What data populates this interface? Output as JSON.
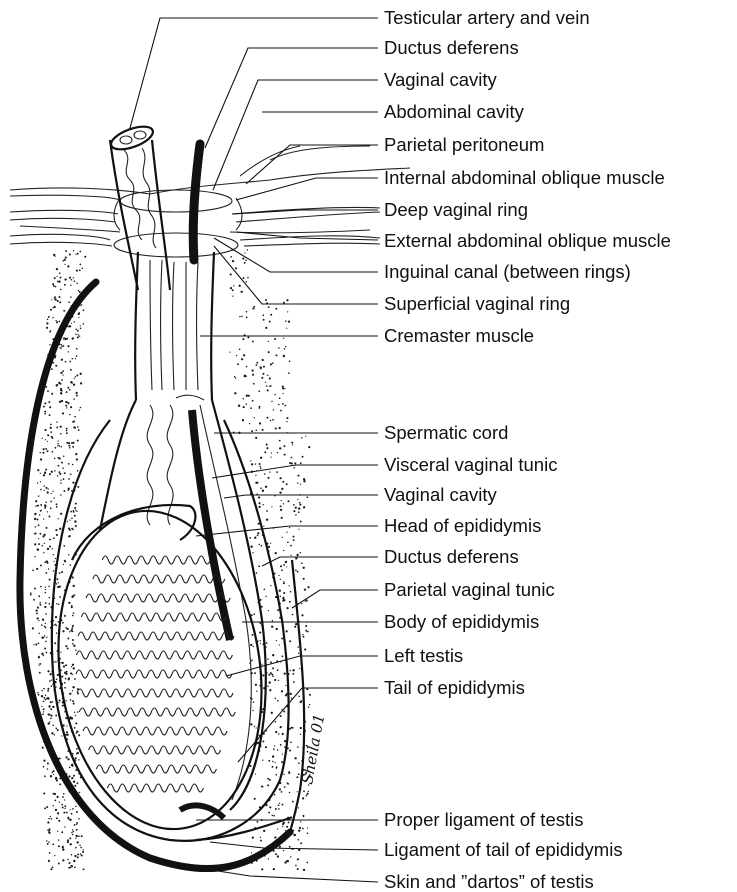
{
  "labels": [
    "Testicular artery and vein",
    "Ductus deferens",
    "Vaginal cavity",
    "Abdominal cavity",
    "Parietal peritoneum",
    "Internal abdominal oblique muscle",
    "Deep vaginal ring",
    "External abdominal oblique muscle",
    "Inguinal canal (between rings)",
    "Superficial vaginal ring",
    "Cremaster muscle",
    "Spermatic cord",
    "Visceral vaginal tunic",
    "Vaginal cavity",
    "Head of epididymis",
    "Ductus deferens",
    "Parietal vaginal tunic",
    "Body of epididymis",
    "Left testis",
    "Tail of epididymis",
    "Proper ligament of testis",
    "Ligament of tail of epididymis",
    "Skin and ”dartos” of testis"
  ],
  "artist_signature": "Sheila 01",
  "colors": {
    "ink": "#111111",
    "paper": "#ffffff"
  }
}
